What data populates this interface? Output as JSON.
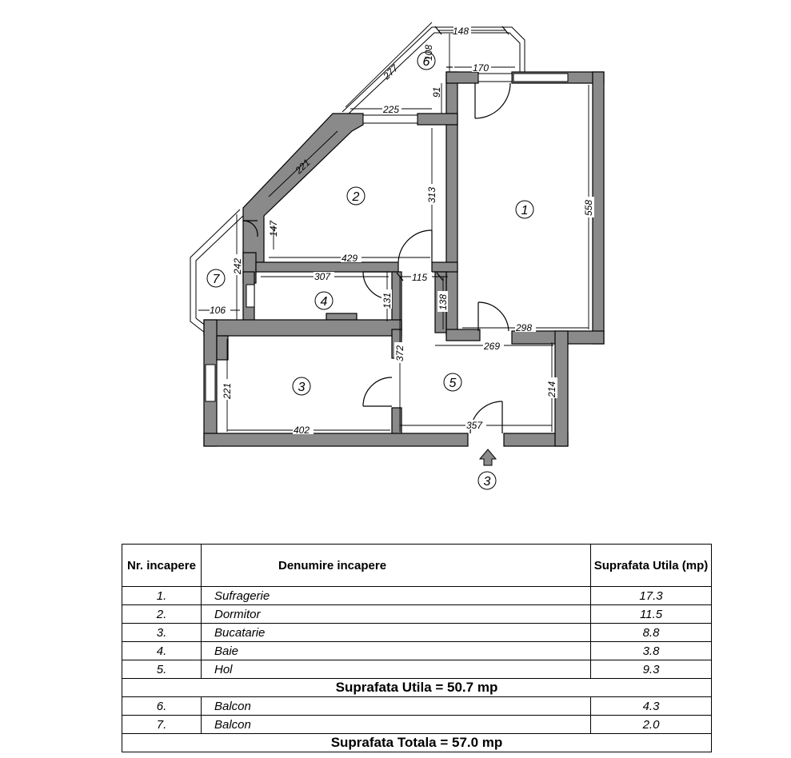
{
  "plan": {
    "rooms": [
      {
        "id": "room-1",
        "label": "1"
      },
      {
        "id": "room-2",
        "label": "2"
      },
      {
        "id": "room-3",
        "label": "3"
      },
      {
        "id": "room-4",
        "label": "4"
      },
      {
        "id": "room-5",
        "label": "5"
      },
      {
        "id": "room-6",
        "label": "6"
      },
      {
        "id": "room-7",
        "label": "7"
      }
    ],
    "entrance_label": "3",
    "dimensions": {
      "d148": "148",
      "d108": "108",
      "d170": "170",
      "d277": "277",
      "d91": "91",
      "d225": "225",
      "d221a": "221",
      "d313": "313",
      "d558": "558",
      "d147": "147",
      "d429": "429",
      "d242": "242",
      "d307": "307",
      "d115": "115",
      "d131": "131",
      "d138": "138",
      "d106": "106",
      "d298": "298",
      "d269": "269",
      "d372": "372",
      "d221b": "221",
      "d214": "214",
      "d402": "402",
      "d357": "357"
    }
  },
  "table": {
    "headers": {
      "nr": "Nr. incapere",
      "name": "Denumire  incapere",
      "area": "Suprafata Utila (mp)"
    },
    "rooms": [
      {
        "nr": "1.",
        "name": "Sufragerie",
        "area": "17.3"
      },
      {
        "nr": "2.",
        "name": "Dormitor",
        "area": "11.5"
      },
      {
        "nr": "3.",
        "name": "Bucatarie",
        "area": "8.8"
      },
      {
        "nr": "4.",
        "name": "Baie",
        "area": "3.8"
      },
      {
        "nr": "5.",
        "name": "Hol",
        "area": "9.3"
      }
    ],
    "useful_total": "Suprafata Utila = 50.7 mp",
    "balconies": [
      {
        "nr": "6.",
        "name": "Balcon",
        "area": "4.3"
      },
      {
        "nr": "7.",
        "name": "Balcon",
        "area": "2.0"
      }
    ],
    "grand_total": "Suprafata Totala = 57.0 mp"
  }
}
